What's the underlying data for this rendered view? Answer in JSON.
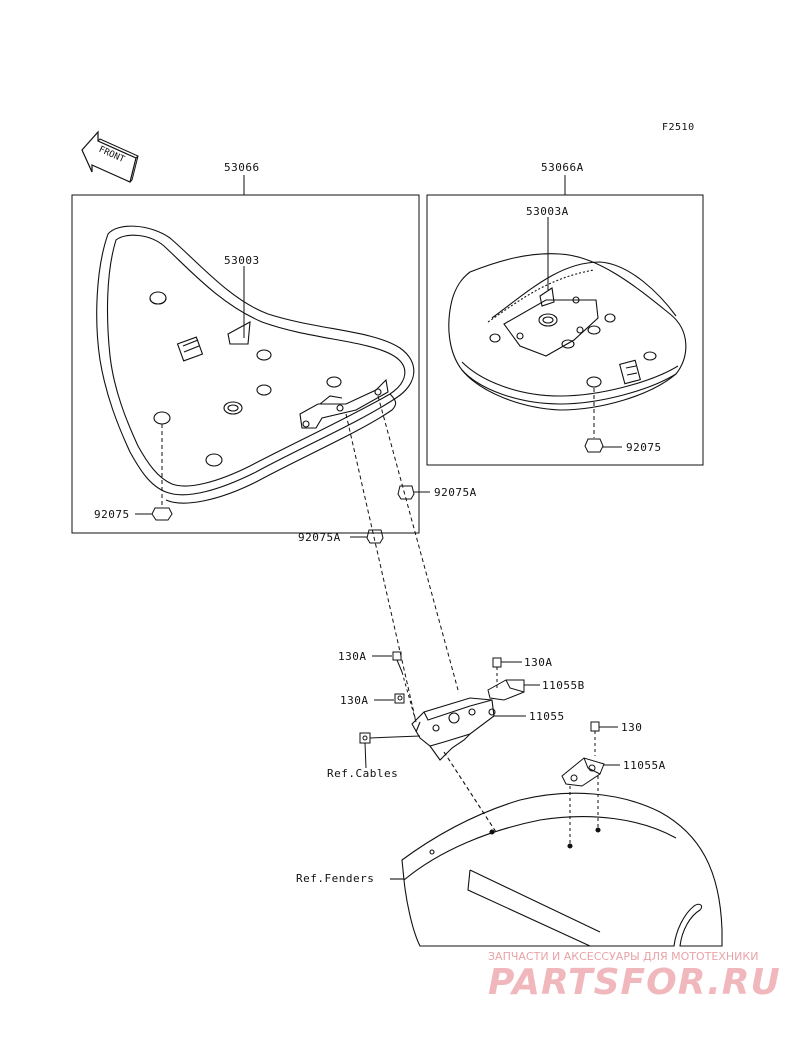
{
  "figure_code": "F2510",
  "front_arrow": "FRONT",
  "callouts": {
    "seat_assy": "53066",
    "seat_assy_alt": "53066A",
    "seat_cover": "53003",
    "seat_cover_alt": "53003A",
    "damper_left": "92075",
    "damper_right": "92075",
    "damper_a_upper": "92075A",
    "damper_a_lower": "92075A",
    "bolt_130a_top": "130A",
    "bolt_130a_mid": "130A",
    "bolt_130a_right": "130A",
    "bolt_130": "130",
    "bracket_11055b": "11055B",
    "bracket_11055": "11055",
    "bracket_11055a": "11055A",
    "ref_cables": "Ref.Cables",
    "ref_fenders": "Ref.Fenders"
  },
  "watermark": {
    "subtitle": "ЗАПЧАСТИ И АКСЕССУАРЫ ДЛЯ МОТОТЕХНИКИ",
    "logo": "PARTSFOR.RU"
  }
}
